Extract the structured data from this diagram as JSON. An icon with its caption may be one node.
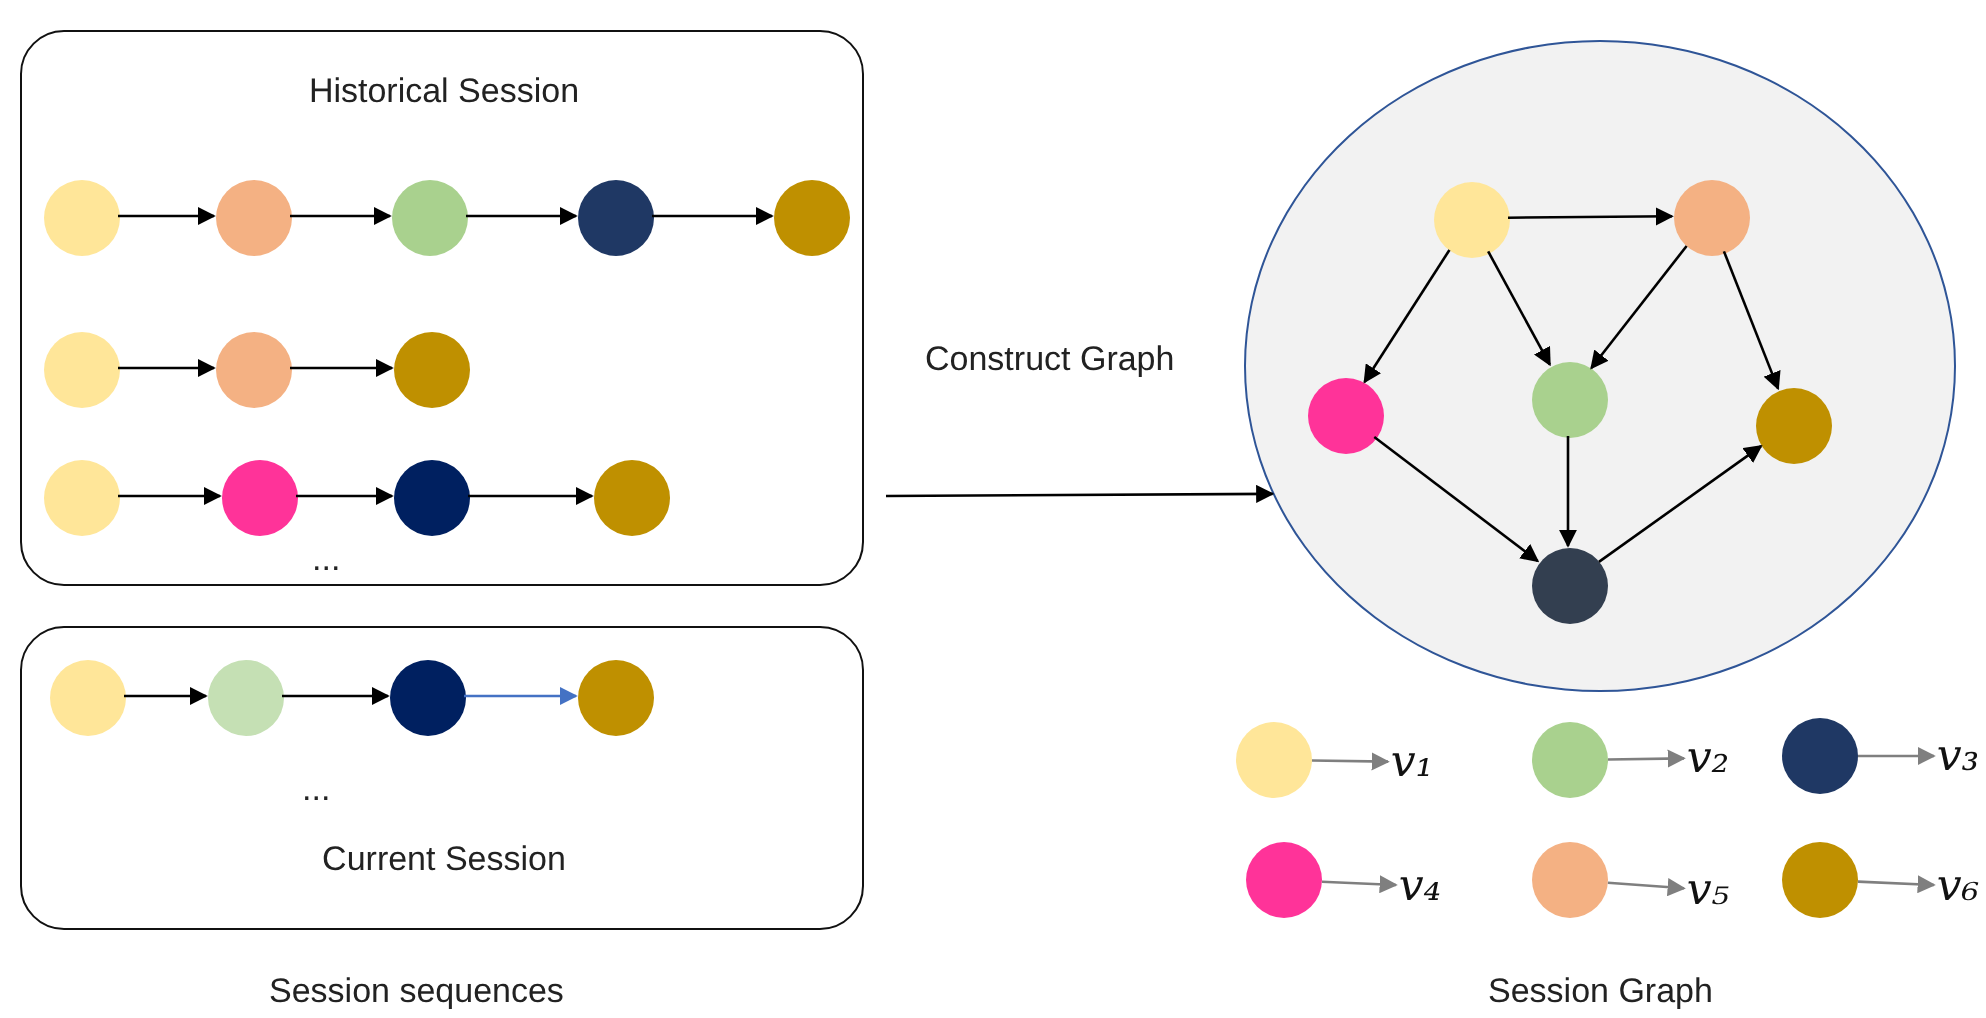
{
  "diagram": {
    "nodes": [
      {
        "text": [
          "Historical Session"
        ]
      },
      {
        "text": [],
        "shape": "circle",
        "in": 0
      },
      {
        "text": [],
        "shape": "circle",
        "in": 0
      },
      {
        "text": [],
        "shape": "circle",
        "in": 0
      },
      {
        "text": [],
        "shape": "circle",
        "in": 0
      },
      {
        "text": [],
        "shape": "circle",
        "in": 0
      },
      {
        "text": [],
        "shape": "circle",
        "in": 0
      },
      {
        "text": [],
        "shape": "circle",
        "in": 0
      },
      {
        "text": [],
        "shape": "circle",
        "in": 0
      },
      {
        "text": [],
        "shape": "circle",
        "in": 0
      },
      {
        "text": [],
        "shape": "circle",
        "in": 0
      },
      {
        "text": [],
        "shape": "circle",
        "in": 0
      },
      {
        "text": [],
        "shape": "circle",
        "in": 0
      },
      {
        "text": [
          "Current Session"
        ]
      },
      {
        "text": [],
        "shape": "circle",
        "in": 13
      },
      {
        "text": [],
        "shape": "circle",
        "in": 13
      },
      {
        "text": [],
        "shape": "circle",
        "in": 13
      },
      {
        "text": [],
        "shape": "circle",
        "in": 13
      },
      {
        "text": [],
        "shape": "circle"
      },
      {
        "text": [],
        "shape": "circle",
        "in": 18
      },
      {
        "text": [],
        "shape": "circle",
        "in": 18
      },
      {
        "text": [],
        "shape": "circle",
        "in": 18
      },
      {
        "text": [],
        "shape": "circle",
        "in": 18
      },
      {
        "text": [],
        "shape": "circle",
        "in": 18
      },
      {
        "text": [],
        "shape": "circle",
        "in": 18
      },
      {
        "text": [],
        "shape": "circle"
      },
      {
        "text": [
          "v₁"
        ]
      },
      {
        "text": [],
        "shape": "circle"
      },
      {
        "text": [
          "v₂"
        ]
      },
      {
        "text": [],
        "shape": "circle"
      },
      {
        "text": [
          "v₃"
        ]
      },
      {
        "text": [],
        "shape": "circle"
      },
      {
        "text": [
          "v₄"
        ]
      },
      {
        "text": [],
        "shape": "circle"
      },
      {
        "text": [
          "v₅"
        ]
      },
      {
        "text": [],
        "shape": "circle"
      },
      {
        "text": [
          "v₆"
        ]
      }
    ],
    "edges": [
      {
        "from": 1,
        "to": 2,
        "arrow": "to"
      },
      {
        "from": 2,
        "to": 3,
        "arrow": "to"
      },
      {
        "from": 3,
        "to": 4,
        "arrow": "to"
      },
      {
        "from": 4,
        "to": 5,
        "arrow": "to"
      },
      {
        "from": 6,
        "to": 7,
        "arrow": "to"
      },
      {
        "from": 7,
        "to": 8,
        "arrow": "to"
      },
      {
        "from": 9,
        "to": 10,
        "arrow": "to"
      },
      {
        "from": 10,
        "to": 11,
        "arrow": "to"
      },
      {
        "from": 11,
        "to": 12,
        "arrow": "to"
      },
      {
        "from": 14,
        "to": 15,
        "arrow": "to"
      },
      {
        "from": 15,
        "to": 16,
        "arrow": "to"
      },
      {
        "from": 16,
        "to": 17,
        "arrow": "to",
        "color": "#4472c4"
      },
      {
        "from": 0,
        "to": 18,
        "arrow": "to",
        "label": "Construct Graph"
      },
      {
        "from": 19,
        "to": 20,
        "arrow": "to"
      },
      {
        "from": 19,
        "to": 21,
        "arrow": "to"
      },
      {
        "from": 19,
        "to": 22,
        "arrow": "to"
      },
      {
        "from": 20,
        "to": 22,
        "arrow": "to"
      },
      {
        "from": 20,
        "to": 23,
        "arrow": "to"
      },
      {
        "from": 21,
        "to": 24,
        "arrow": "to"
      },
      {
        "from": 22,
        "to": 24,
        "arrow": "to"
      },
      {
        "from": 24,
        "to": 23,
        "arrow": "to"
      },
      {
        "from": 25,
        "to": 26,
        "arrow": "to",
        "color": "#7f7f7f"
      },
      {
        "from": 27,
        "to": 28,
        "arrow": "to",
        "color": "#7f7f7f"
      },
      {
        "from": 29,
        "to": 30,
        "arrow": "to",
        "color": "#7f7f7f"
      },
      {
        "from": 31,
        "to": 32,
        "arrow": "to",
        "color": "#7f7f7f"
      },
      {
        "from": 33,
        "to": 34,
        "arrow": "to",
        "color": "#7f7f7f"
      },
      {
        "from": 35,
        "to": 36,
        "arrow": "to",
        "color": "#7f7f7f"
      }
    ],
    "labels": [
      "...",
      "...",
      "Session sequences",
      "Session Graph"
    ]
  }
}
